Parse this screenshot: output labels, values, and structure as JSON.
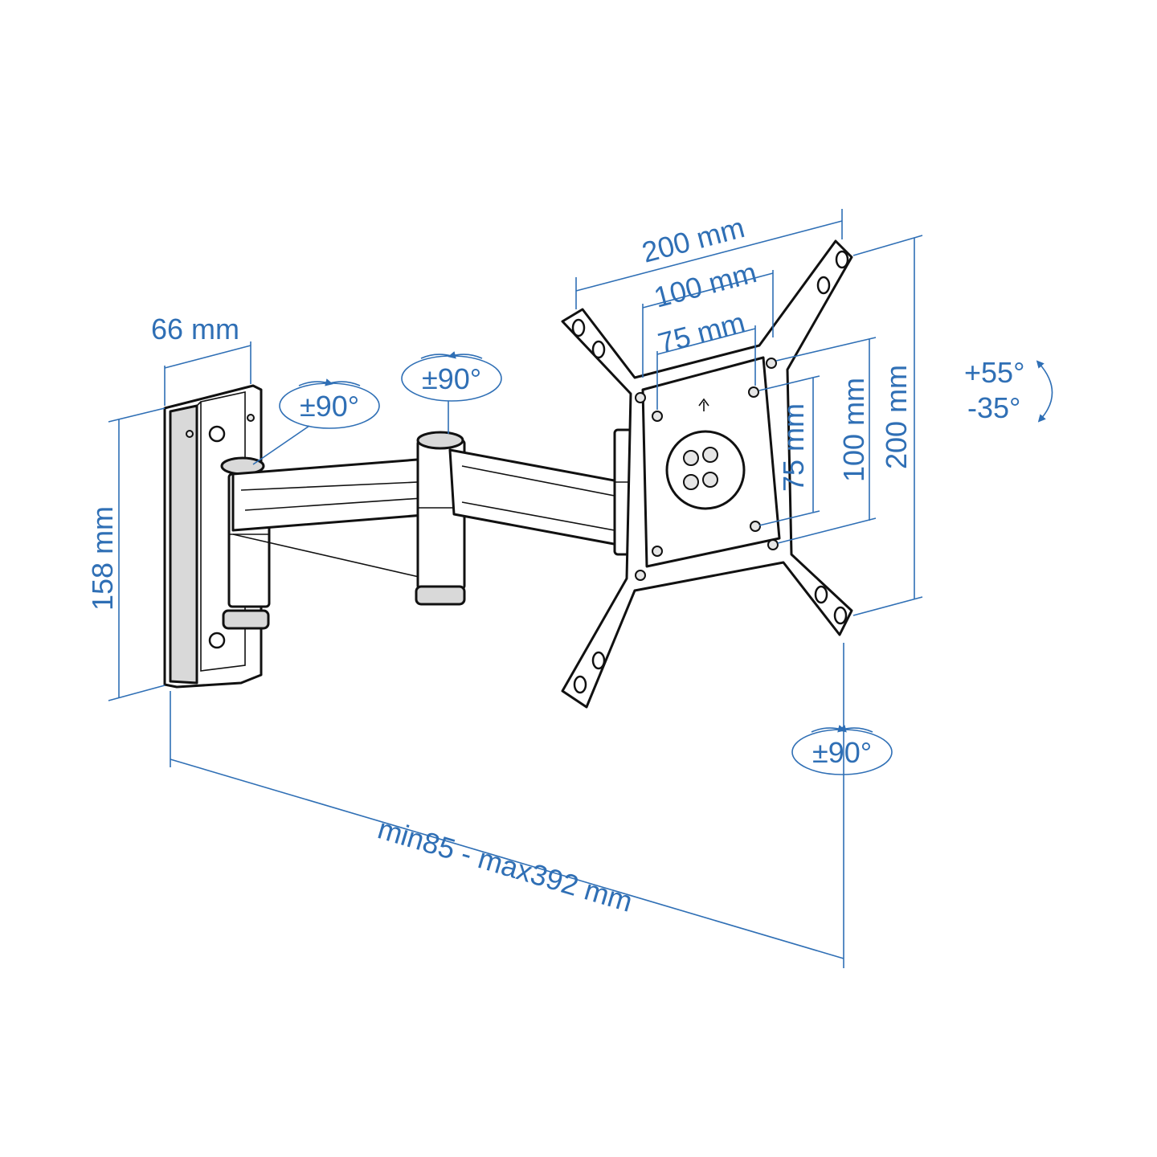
{
  "diagram": {
    "colors": {
      "dimension": "#2f6fb5",
      "outline": "#111111"
    },
    "dimensions": {
      "bracket_width": "66 mm",
      "bracket_height": "158 mm",
      "reach": "min85 - max392 mm",
      "vesa_200_horizontal": "200 mm",
      "vesa_100_horizontal": "100 mm",
      "vesa_75_horizontal": "75 mm",
      "vesa_75_vertical": "75 mm",
      "vesa_100_vertical": "100 mm",
      "vesa_200_vertical": "200 mm"
    },
    "rotations": {
      "wall_joint_swivel": "±90°",
      "arm_joint_swivel": "±90°",
      "head_swivel": "±90°",
      "tilt_up": "+55°",
      "tilt_down": "-35°"
    }
  }
}
